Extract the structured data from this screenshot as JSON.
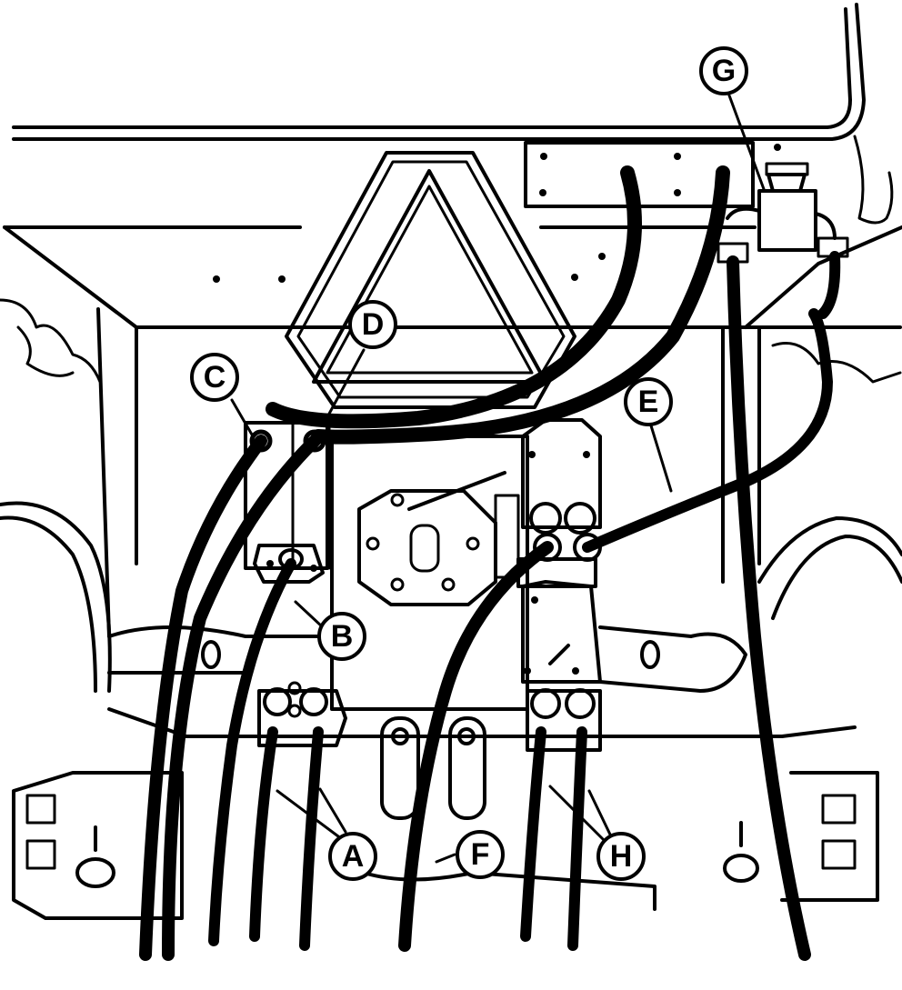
{
  "callouts": {
    "a": "A",
    "b": "B",
    "c": "C",
    "d": "D",
    "e": "E",
    "f": "F",
    "g": "G",
    "h": "H"
  },
  "colors": {
    "ink": "#000000",
    "paper": "#ffffff"
  }
}
